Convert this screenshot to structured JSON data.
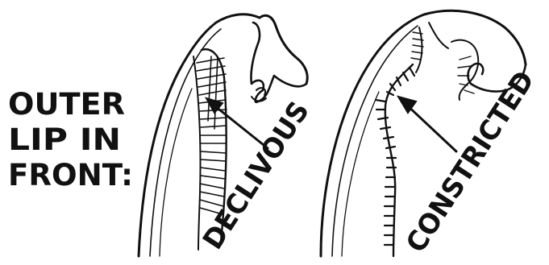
{
  "label_lines": [
    "OUTER",
    "LIP IN",
    "FRONT:"
  ],
  "figures": [
    {
      "label": "DECLIVOUS"
    },
    {
      "label": "CONSTRICTED"
    }
  ],
  "ink_color": "#111111"
}
